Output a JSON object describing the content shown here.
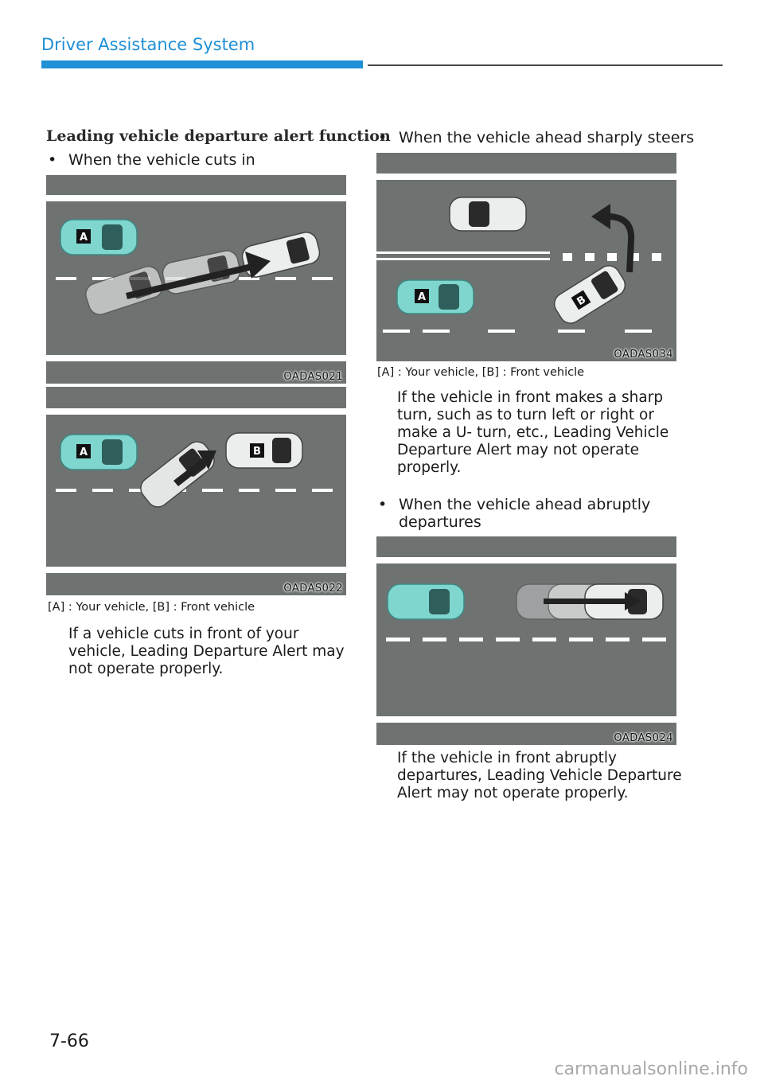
{
  "header": {
    "title": "Driver Assistance System"
  },
  "colors": {
    "accent": "#1f8fd6",
    "road": "#6e7271",
    "your_vehicle": "#7fd6cf",
    "front_vehicle": "#e4e6e6"
  },
  "left": {
    "heading": "Leading vehicle departure alert function",
    "bullet1": "When the vehicle cuts in",
    "fig1_code": "OADAS021",
    "fig2_code": "OADAS022",
    "caption": "[A] : Your vehicle, [B] : Front vehicle",
    "body": [
      "If a vehicle cuts in front of your",
      "vehicle, Leading Departure Alert may",
      "not operate properly."
    ]
  },
  "right": {
    "bullet1": "When the vehicle ahead sharply steers",
    "fig3_code": "OADAS034",
    "caption": "[A] : Your vehicle, [B] : Front vehicle",
    "body1": [
      "If the vehicle in front makes a sharp",
      "turn, such as to turn left or right or",
      "make a U- turn, etc., Leading Vehicle",
      "Departure Alert may not operate",
      "properly."
    ],
    "bullet2": [
      "When the vehicle ahead abruptly",
      "departures"
    ],
    "fig4_code": "OADAS024",
    "body2": [
      "If the vehicle in front abruptly",
      "departures, Leading Vehicle Departure",
      "Alert may not operate properly."
    ]
  },
  "vehicle_labels": {
    "a": "A",
    "b": "B"
  },
  "bullet_symbol": "•",
  "page_number": "7-66",
  "watermark": "carmanualsonline.info"
}
